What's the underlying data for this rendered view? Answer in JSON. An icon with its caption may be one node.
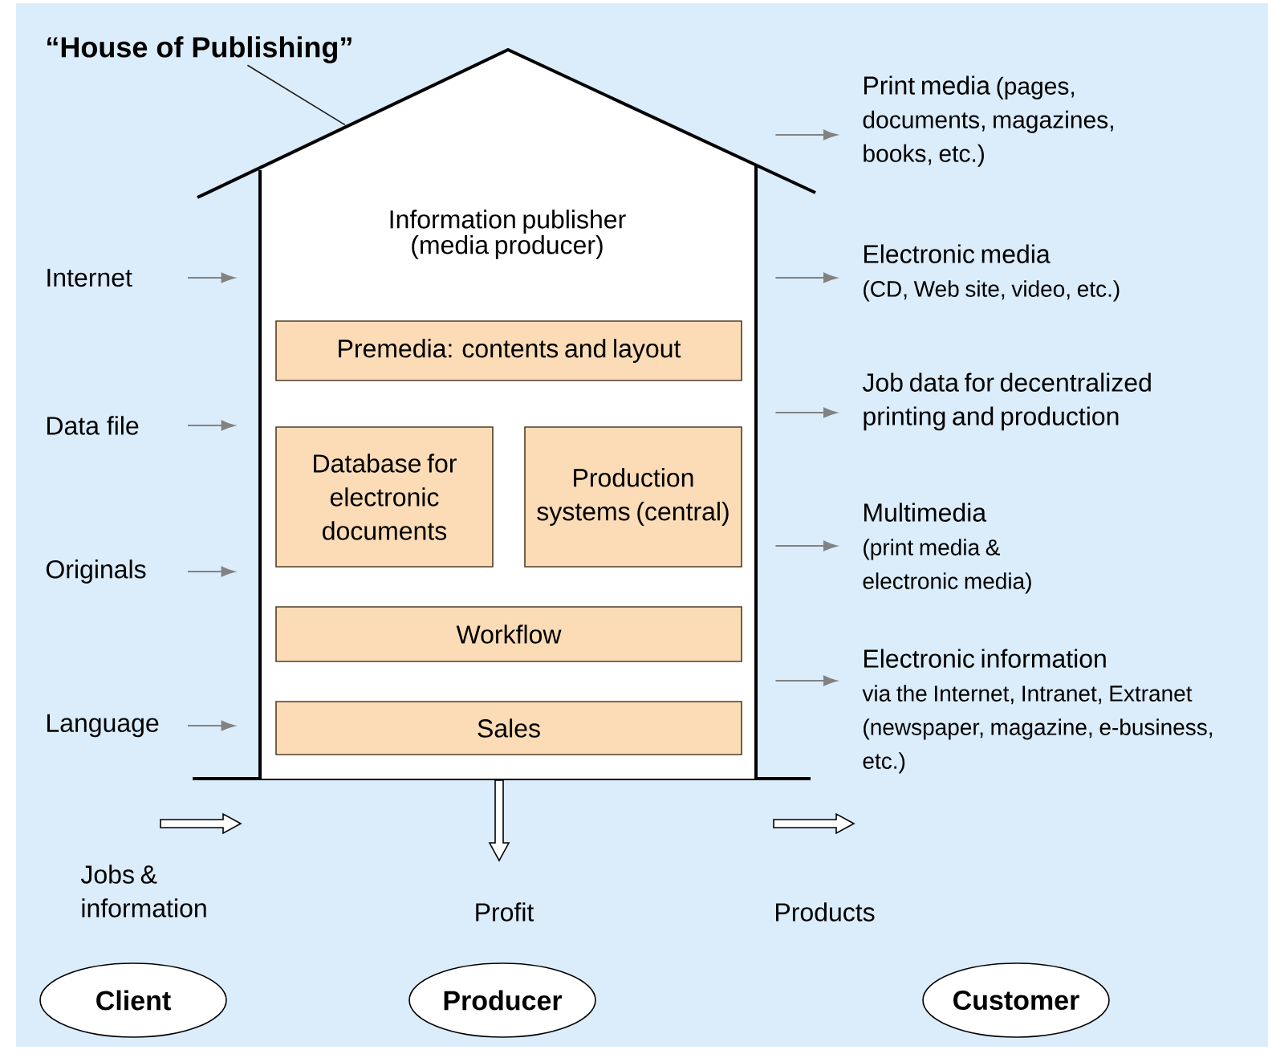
{
  "diagram": {
    "nodes": [
      {
        "text": [
          "Information publisher (media producer)"
        ]
      },
      {
        "text": [
          "Premedia: contents and layout"
        ],
        "in": 0
      },
      {
        "text": [
          "Database for electronic documents"
        ],
        "in": 0
      },
      {
        "text": [
          "Production systems (central)"
        ],
        "in": 0
      },
      {
        "text": [
          "Workflow"
        ],
        "in": 0
      },
      {
        "text": [
          "Sales"
        ],
        "in": 0
      },
      {
        "text": [
          "“House of Publishing”"
        ]
      },
      {
        "text": [
          "Internet"
        ]
      },
      {
        "text": [
          "Data file"
        ]
      },
      {
        "text": [
          "Originals"
        ]
      },
      {
        "text": [
          "Language"
        ]
      },
      {
        "text": [
          "Print media",
          "(pages, documents, magazines, books, etc.)"
        ]
      },
      {
        "text": [
          "Electronic media",
          "(CD, Web site, video, etc.)"
        ]
      },
      {
        "text": [
          "Job data for decentralized printing and production"
        ]
      },
      {
        "text": [
          "Multimedia",
          "(print media & electronic media)"
        ]
      },
      {
        "text": [
          "Electronic information",
          "via the Internet, Intranet, Extranet (newspaper, magazine, e-business, etc.)"
        ]
      },
      {
        "text": [
          "Client"
        ]
      },
      {
        "text": [
          "Producer"
        ]
      },
      {
        "text": [
          "Customer"
        ]
      }
    ],
    "edges": [
      {
        "from": 6,
        "to": 0,
        "arrow": "none",
        "color": "#1a1a1a"
      },
      {
        "from": 7,
        "to": 0,
        "arrow": "to"
      },
      {
        "from": 8,
        "to": 0,
        "arrow": "to"
      },
      {
        "from": 9,
        "to": 0,
        "arrow": "to"
      },
      {
        "from": 10,
        "to": 0,
        "arrow": "to"
      },
      {
        "from": 0,
        "to": 11,
        "arrow": "to"
      },
      {
        "from": 0,
        "to": 12,
        "arrow": "to"
      },
      {
        "from": 0,
        "to": 13,
        "arrow": "to"
      },
      {
        "from": 0,
        "to": 14,
        "arrow": "to"
      },
      {
        "from": 0,
        "to": 15,
        "arrow": "to"
      }
    ],
    "labels": [
      "Jobs & information",
      "Profit",
      "Products"
    ]
  }
}
